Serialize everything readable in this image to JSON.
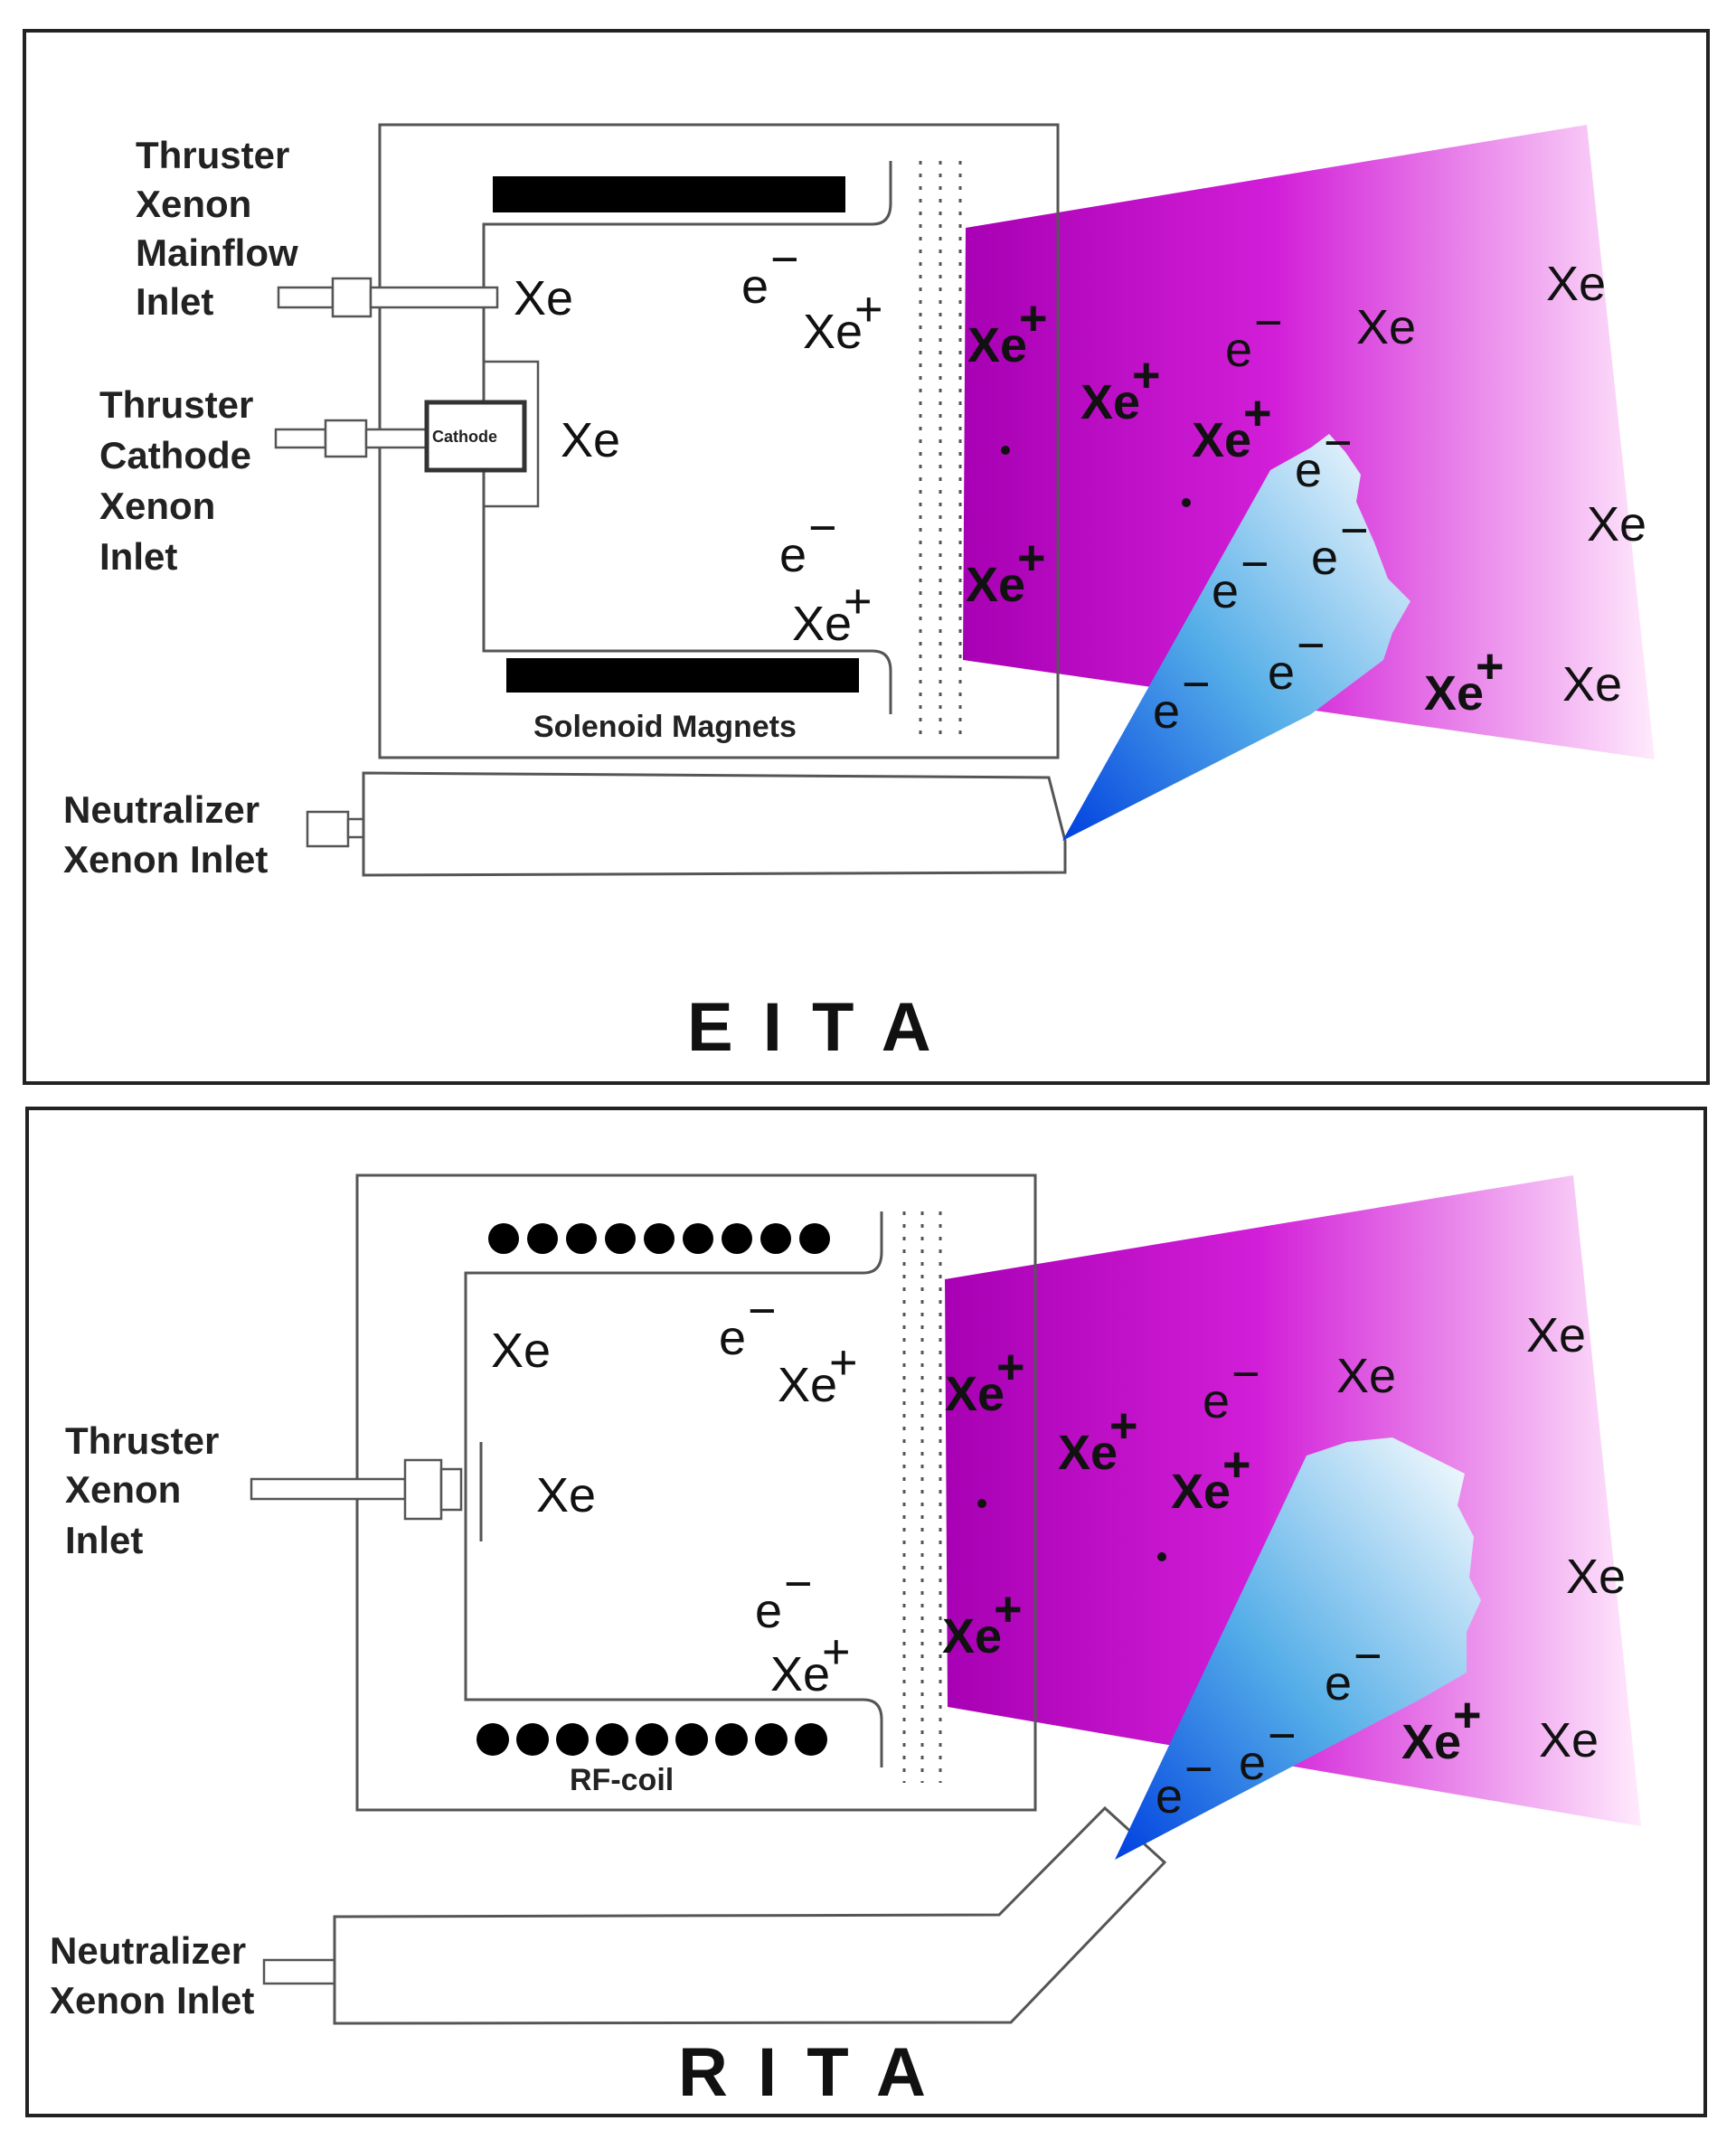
{
  "eita": {
    "title": "E I T A",
    "mainflow_label": [
      "Thruster",
      "Xenon",
      "Mainflow",
      "Inlet"
    ],
    "cathode_label": [
      "Thruster",
      "Cathode",
      "Xenon",
      "Inlet"
    ],
    "neutralizer_label": [
      "Neutralizer",
      "Xenon Inlet"
    ],
    "cathode_box": "Cathode",
    "magnets_label": "Solenoid Magnets"
  },
  "rita": {
    "title": "R I T A",
    "thruster_label": [
      "Thruster",
      "Xenon",
      "Inlet"
    ],
    "neutralizer_label": [
      "Neutralizer",
      "Xenon Inlet"
    ],
    "coil_label": "RF-coil"
  },
  "species": {
    "xenon": "Xe",
    "ion": "Xe",
    "ion_charge": "+",
    "electron": "e",
    "electron_charge": "−"
  },
  "colors": {
    "plume_dark": "#b000b8",
    "plume_light": "#ffe6fb",
    "electron_dark": "#0050e0",
    "electron_light": "#ffffff"
  }
}
